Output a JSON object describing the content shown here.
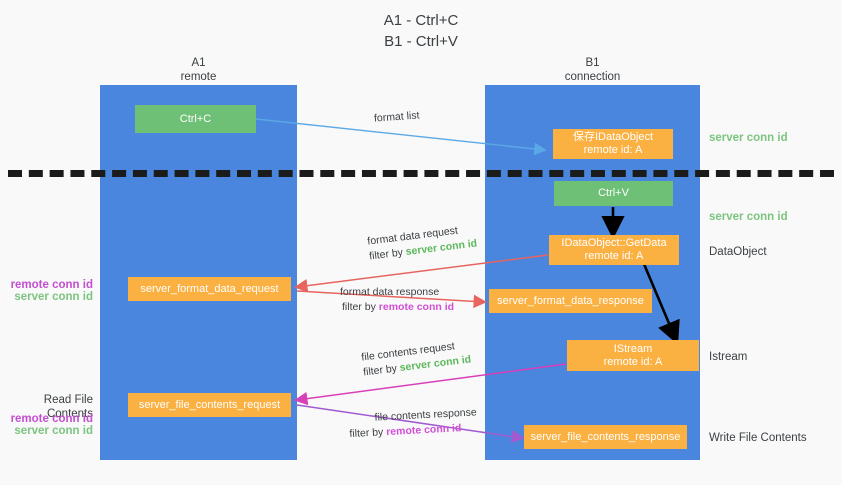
{
  "diagram": {
    "title": "A1 - Ctrl+C\nB1 - Ctrl+V",
    "colors": {
      "lane": "#4a86dd",
      "node_orange": "#fbb042",
      "node_green": "#6ec077",
      "server_conn_id": "#5cb85c",
      "remote_conn_id": "#d24fd6",
      "arrow_blue": "#5aa9e6",
      "arrow_red": "#e8645f",
      "arrow_magenta": "#d83fb8",
      "arrow_purple": "#a05bd0",
      "arrow_black": "#000000"
    },
    "lanes": [
      {
        "name": "lane-a",
        "heading": "A1\nremote"
      },
      {
        "name": "lane-b",
        "heading": "B1\nconnection"
      }
    ],
    "nodes": [
      {
        "name": "ctrl-c-node",
        "label": "Ctrl+C"
      },
      {
        "name": "save-idataobject-node",
        "label": "保存IDataObject\nremote id: A"
      },
      {
        "name": "ctrl-v-node",
        "label": "Ctrl+V"
      },
      {
        "name": "idataobject-getdata-node",
        "label": "IDataObject::GetData\nremote id: A"
      },
      {
        "name": "server-format-data-request",
        "label": "server_format_data_request"
      },
      {
        "name": "server-format-data-response",
        "label": "server_format_data_response"
      },
      {
        "name": "istream-node",
        "label": "IStream\nremote id: A"
      },
      {
        "name": "server-file-contents-request",
        "label": "server_file_contents_request"
      },
      {
        "name": "server-file-contents-response",
        "label": "server_file_contents_response"
      }
    ],
    "right_labels": [
      {
        "name": "right-label-server-conn-id-1",
        "text": "server conn id"
      },
      {
        "name": "right-label-server-conn-id-2",
        "text": "server conn id"
      },
      {
        "name": "right-label-dataobject",
        "text": "DataObject"
      },
      {
        "name": "right-label-istream",
        "text": "Istream"
      },
      {
        "name": "right-label-write-file",
        "text": "Write File Contents"
      }
    ],
    "left_labels": [
      {
        "name": "left-label-conn-ids-1-remote",
        "text": "remote conn id"
      },
      {
        "name": "left-label-conn-ids-1-server",
        "text": "server conn id"
      },
      {
        "name": "left-label-read-file",
        "text": "Read File Contents"
      },
      {
        "name": "left-label-conn-ids-2-remote",
        "text": "remote conn id"
      },
      {
        "name": "left-label-conn-ids-2-server",
        "text": "server conn id"
      }
    ],
    "edge_labels": {
      "format_list": "format list",
      "format_data_request": "format data request",
      "format_data_request_filter_prefix": "filter by ",
      "format_data_request_filter_value": "server conn id",
      "format_data_response": "format data response",
      "format_data_response_filter_prefix": "filter by ",
      "format_data_response_filter_value": "remote conn id",
      "file_contents_request": "file contents request",
      "file_contents_request_filter_prefix": "filter by ",
      "file_contents_request_filter_value": "server conn id",
      "file_contents_response": "file contents response",
      "file_contents_response_filter_prefix": "filter by ",
      "file_contents_response_filter_value": "remote conn id"
    }
  }
}
